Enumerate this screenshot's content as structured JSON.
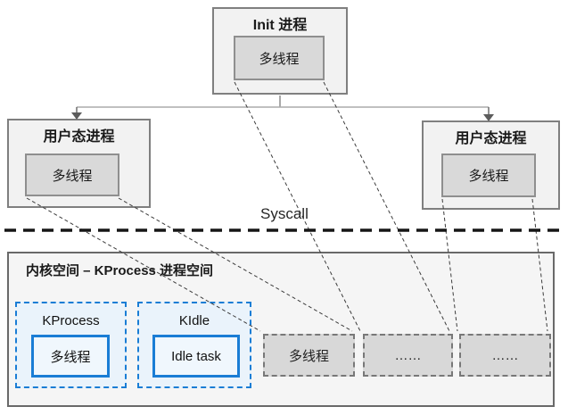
{
  "diagram": {
    "user_space": {
      "init_process": {
        "title": "Init 进程",
        "thread_label": "多线程"
      },
      "user_process_left": {
        "title": "用户态进程",
        "thread_label": "多线程"
      },
      "user_process_right": {
        "title": "用户态进程",
        "thread_label": "多线程"
      },
      "syscall_label": "Syscall"
    },
    "kernel_space": {
      "title": "内核空间 – KProcess 进程空间",
      "kprocess": {
        "title": "KProcess",
        "thread_label": "多线程"
      },
      "kidle": {
        "title": "KIdle",
        "task_label": "Idle task"
      },
      "task_boxes": [
        {
          "label": "多线程"
        },
        {
          "label": "……"
        },
        {
          "label": "……"
        }
      ]
    },
    "colors": {
      "accent_blue": "#1a7dd5",
      "thread_gray_fill": "#d9d9d9",
      "panel_gray_fill": "#f2f2f2",
      "boundary_black": "#161616"
    }
  }
}
